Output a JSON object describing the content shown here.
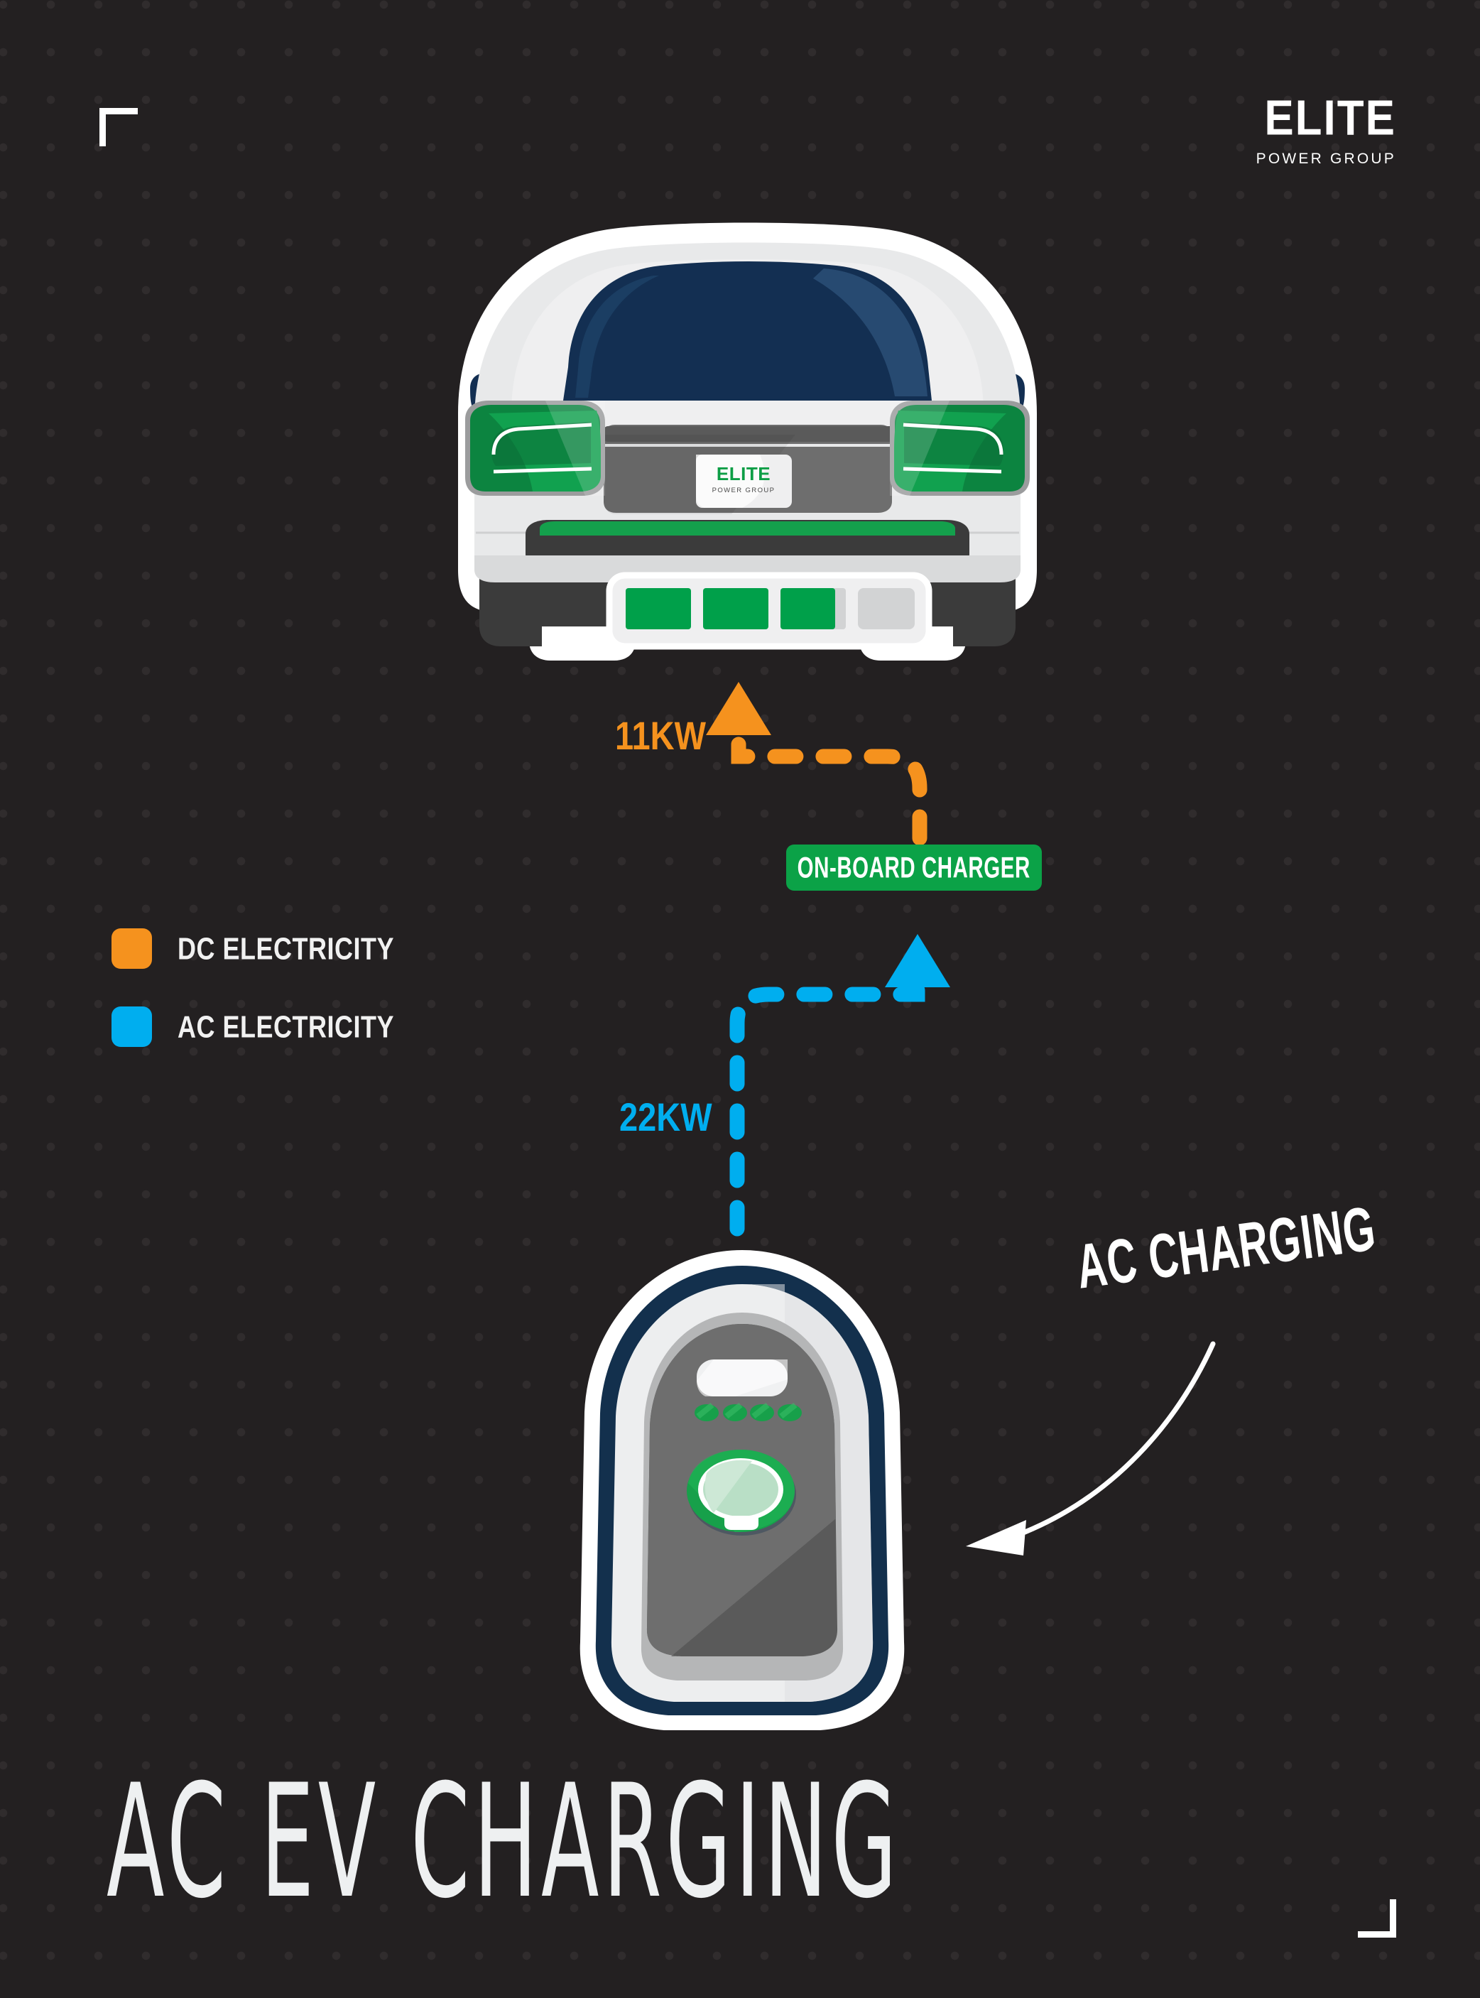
{
  "brand": {
    "name": "ELITE",
    "tagline": "POWER GROUP"
  },
  "headline": "AC EV CHARGING",
  "callout": {
    "label": "AC CHARGING"
  },
  "badge": {
    "label": "ON-BOARD CHARGER",
    "color": "#0BA247"
  },
  "flows": {
    "dc": {
      "label": "11KW",
      "color": "#F5921E"
    },
    "ac": {
      "label": "22KW",
      "color": "#00AEEF"
    }
  },
  "legend": {
    "items": [
      {
        "label": "DC ELECTRICITY",
        "color": "#F5921E"
      },
      {
        "label": "AC ELECTRICITY",
        "color": "#00AEEF"
      }
    ]
  },
  "car": {
    "plate_main": "ELITE",
    "plate_sub": "POWER GROUP",
    "battery_cells_filled": 3,
    "battery_cells_total": 4,
    "body_color": "#E8E9EA",
    "light_color": "#0E9E46",
    "glass_color": "#132F52"
  },
  "charger": {
    "outline_color": "#13304D",
    "body_color": "#EDEEEF",
    "panel_color": "#5A5A5A",
    "port_color": "#17A04A",
    "led_count": 4
  },
  "background": {
    "color": "#232021",
    "dot_color": "#302C2D"
  }
}
